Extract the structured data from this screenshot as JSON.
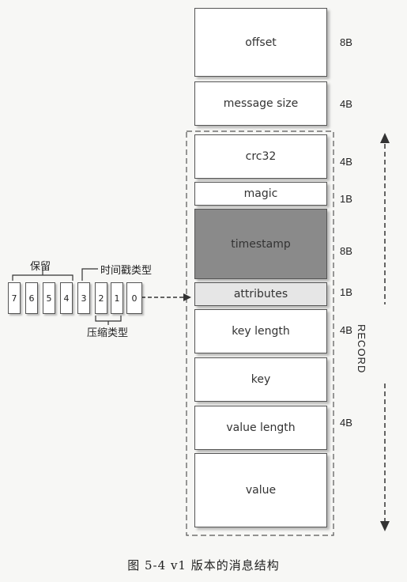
{
  "fields": [
    {
      "name": "offset",
      "size": "8B"
    },
    {
      "name": "message size",
      "size": "4B"
    },
    {
      "name": "crc32",
      "size": "4B"
    },
    {
      "name": "magic",
      "size": "1B"
    },
    {
      "name": "timestamp",
      "size": "8B"
    },
    {
      "name": "attributes",
      "size": "1B"
    },
    {
      "name": "key length",
      "size": "4B"
    },
    {
      "name": "key",
      "size": ""
    },
    {
      "name": "value length",
      "size": "4B"
    },
    {
      "name": "value",
      "size": ""
    }
  ],
  "bits": [
    "7",
    "6",
    "5",
    "4",
    "3",
    "2",
    "1",
    "0"
  ],
  "labels": {
    "reserved": "保留",
    "timestamp_type": "时间戳类型",
    "compression_type": "压缩类型",
    "record": "RECORD"
  },
  "caption": "图 5-4   v1 版本的消息结构",
  "colors": {
    "timestamp_fill": "#8a8a8a",
    "attributes_fill": "#e6e6e6",
    "border": "#555555"
  }
}
